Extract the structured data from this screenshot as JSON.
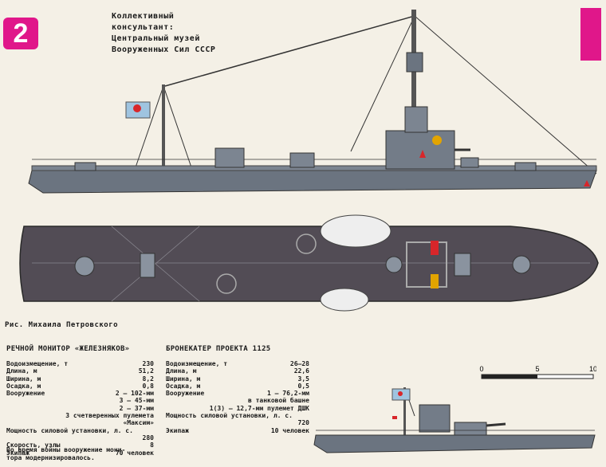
{
  "page_number": "2",
  "consultant": [
    "Коллективный",
    "консультант:",
    "Центральный музей",
    "Вооруженных Сил СССР"
  ],
  "artist_credit": "Рис. Михаила Петровского",
  "monitor": {
    "title": "РЕЧНОЙ МОНИТОР «ЖЕЛЕЗНЯКОВ»",
    "specs": [
      {
        "k": "Водоизмещение, т",
        "v": "230"
      },
      {
        "k": "Длина, м",
        "v": "51,2"
      },
      {
        "k": "Ширина, м",
        "v": "8,2"
      },
      {
        "k": "Осадка, м",
        "v": "0,8"
      },
      {
        "k": "Вооружение",
        "v": "2 — 102-мм"
      },
      {
        "k": "",
        "v": "3 — 45-мм"
      },
      {
        "k": "",
        "v": "2 — 37-мм"
      },
      {
        "k": "",
        "v": "3 счетверенных пулемета"
      },
      {
        "k": "",
        "v": "«Максим»"
      },
      {
        "k": "Мощность силовой установки, л. с.",
        "v": ""
      },
      {
        "k": "",
        "v": "280"
      },
      {
        "k": "Скорость, узлы",
        "v": "8"
      },
      {
        "k": "Экипаж",
        "v": "70 человек"
      }
    ],
    "note": [
      "Во время войны вооружение мони-",
      "тора модернизировалось."
    ]
  },
  "boat": {
    "title": "БРОНЕКАТЕР ПРОЕКТА 1125",
    "specs": [
      {
        "k": "Водоизмещение, т",
        "v": "26—28"
      },
      {
        "k": "Длина, м",
        "v": "22,6"
      },
      {
        "k": "Ширина, м",
        "v": "3,5"
      },
      {
        "k": "Осадка, м",
        "v": "0,5"
      },
      {
        "k": "Вооружение",
        "v": "1 — 76,2-мм"
      },
      {
        "k": "",
        "v": "в танковой башне"
      },
      {
        "k": "",
        "v": "1(3) — 12,7-мм пулемет ДШК"
      },
      {
        "k": "Мощность силовой установки, л. с.",
        "v": ""
      },
      {
        "k": "",
        "v": "720"
      },
      {
        "k": "Экипаж",
        "v": "10 человек"
      }
    ]
  },
  "scale": {
    "labels": [
      "0",
      "5",
      "10"
    ]
  },
  "colors": {
    "hull": "#6b7480",
    "deck": "#4f4a52",
    "accent": "#e0178a",
    "flag_red": "#d8262a"
  }
}
